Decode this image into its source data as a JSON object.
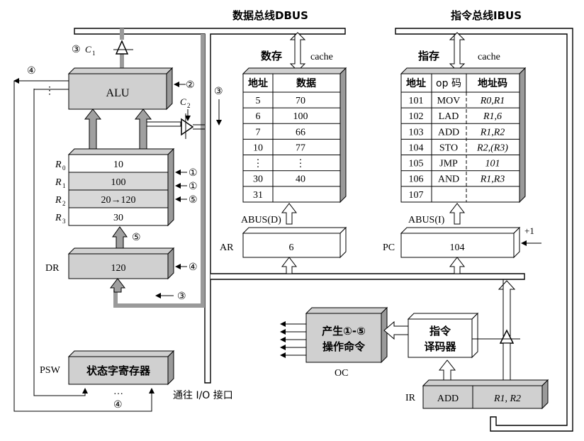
{
  "buses": {
    "dbus_label": "数据总线DBUS",
    "ibus_label": "指令总线IBUS",
    "io_label": "通往 I/O 接口",
    "abus_d": "ABUS(D)",
    "abus_i": "ABUS(I)"
  },
  "alu": {
    "label": "ALU",
    "c1": "C",
    "c1_sub": "1",
    "c2": "C",
    "c2_sub": "2",
    "dots": "⋮"
  },
  "registers": {
    "rows": [
      {
        "name": "R",
        "sub": "0",
        "value": "10"
      },
      {
        "name": "R",
        "sub": "1",
        "value": "100"
      },
      {
        "name": "R",
        "sub": "2",
        "value": "20→120"
      },
      {
        "name": "R",
        "sub": "3",
        "value": "30"
      }
    ]
  },
  "dr": {
    "name": "DR",
    "value": "120"
  },
  "psw": {
    "name": "PSW",
    "label": "状态字寄存器",
    "dots": "…"
  },
  "data_memory": {
    "title": "数存",
    "cache": "cache",
    "headers": [
      "地址",
      "数据"
    ],
    "rows": [
      [
        "5",
        "70"
      ],
      [
        "6",
        "100"
      ],
      [
        "7",
        "66"
      ],
      [
        "10",
        "77"
      ],
      [
        "⋮",
        "⋮"
      ],
      [
        "30",
        "40"
      ],
      [
        "31",
        ""
      ]
    ]
  },
  "ar": {
    "name": "AR",
    "value": "6"
  },
  "instr_memory": {
    "title": "指存",
    "cache": "cache",
    "headers": [
      "地址",
      "op 码",
      "地址码"
    ],
    "rows": [
      [
        "101",
        "MOV",
        "R0,R1"
      ],
      [
        "102",
        "LAD",
        "R1,6"
      ],
      [
        "103",
        "ADD",
        "R1,R2"
      ],
      [
        "104",
        "STO",
        "R2,(R3)"
      ],
      [
        "105",
        "JMP",
        "101"
      ],
      [
        "106",
        "AND",
        "R1,R3"
      ],
      [
        "107",
        "",
        ""
      ]
    ]
  },
  "pc": {
    "name": "PC",
    "value": "104",
    "increment": "+1"
  },
  "oc": {
    "line1": "产生①-⑤",
    "line2": "操作命令",
    "name": "OC"
  },
  "decoder": {
    "line1": "指令",
    "line2": "译码器"
  },
  "ir": {
    "name": "IR",
    "op": "ADD",
    "addr": "R1, R2"
  },
  "steps": {
    "s1": "①",
    "s2": "②",
    "s3": "③",
    "s4": "④",
    "s5": "⑤"
  }
}
